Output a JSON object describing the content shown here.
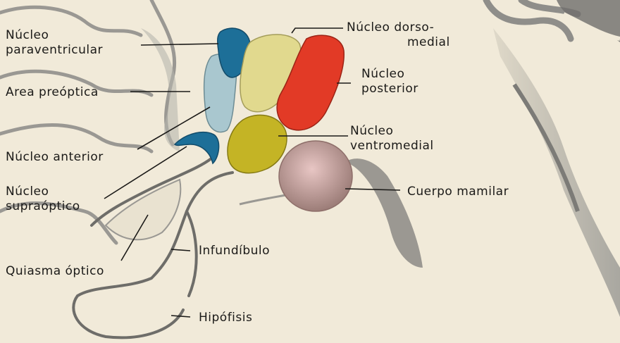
{
  "labels": {
    "nucleo_paraventricular": {
      "line1": "Núcleo",
      "line2": "paraventricular"
    },
    "area_preoptica": "Area preóptica",
    "nucleo_anterior": "Núcleo anterior",
    "nucleo_supraoptico": {
      "line1": "Núcleo",
      "line2": "supraóptico"
    },
    "quiasma_optico": "Quiasma óptico",
    "nucleo_dorsomedial": {
      "line1": "Núcleo dorso-",
      "line2": "medial"
    },
    "nucleo_posterior": {
      "line1": "Núcleo",
      "line2": "posterior"
    },
    "nucleo_ventromedial": {
      "line1": "Núcleo",
      "line2": "ventromedial"
    },
    "cuerpo_mamilar": "Cuerpo mamilar",
    "infundibulo": "Infundíbulo",
    "hipofisis": "Hipófisis"
  },
  "colors": {
    "background": "#f1ead9",
    "brain_shading": "#8a8a86",
    "paraventricular": "#1d6f98",
    "preoptic": "#a9c7cf",
    "anterior": "#1d6f98",
    "dorsomedial": "#e1d98e",
    "posterior": "#e23a26",
    "ventromedial": "#c4b425",
    "mamillary": "#c8a0a0"
  }
}
